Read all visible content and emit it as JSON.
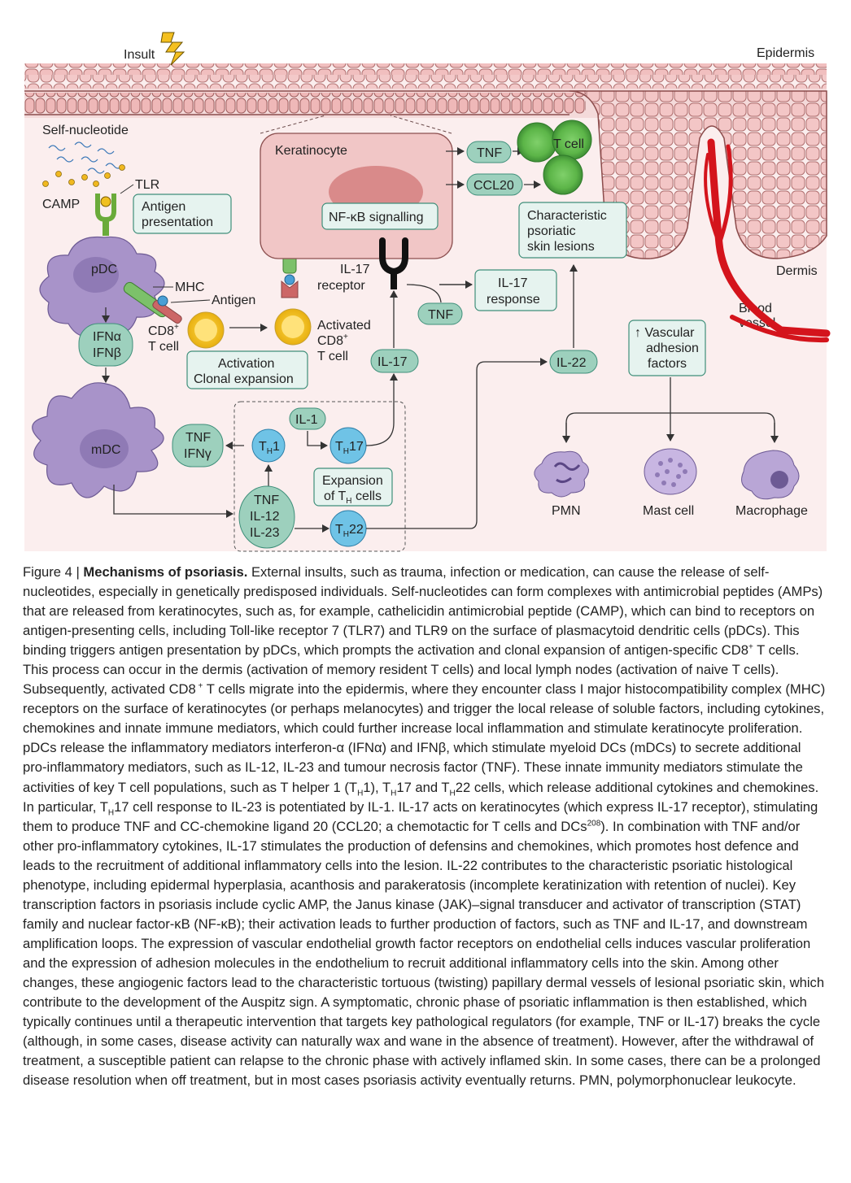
{
  "labels": {
    "insult": "Insult",
    "epidermis": "Epidermis",
    "dermis": "Dermis",
    "blood_vessel_1": "Blood",
    "blood_vessel_2": "vessel",
    "self_nucleotide": "Self-nucleotide",
    "tlr": "TLR",
    "camp": "CAMP",
    "antigen_presentation_1": "Antigen",
    "antigen_presentation_2": "presentation",
    "pdc": "pDC",
    "mhc": "MHC",
    "antigen": "Antigen",
    "cd8_1": "CD8",
    "cd8_sup": "+",
    "cd8_2": "T cell",
    "activated_1": "Activated",
    "activated_2": "CD8",
    "activated_sup": "+",
    "activated_3": "T cell",
    "activation_1": "Activation",
    "activation_2": "Clonal expansion",
    "ifn_1": "IFNα",
    "ifn_2": "IFNβ",
    "mdc": "mDC",
    "tnf_ifng_1": "TNF",
    "tnf_ifng_2": "IFNγ",
    "keratinocyte": "Keratinocyte",
    "nfkb": "NF-κB signalling",
    "tnf_out": "TNF",
    "ccl20": "CCL20",
    "t_cell": "T cell",
    "lesions_1": "Characteristic",
    "lesions_2": "psoriatic",
    "lesions_3": "skin lesions",
    "il17_receptor_1": "IL-17",
    "il17_receptor_2": "receptor",
    "il17_response_1": "IL-17",
    "il17_response_2": "response",
    "tnf_small": "TNF",
    "il17": "IL-17",
    "il22": "IL-22",
    "vascular_1": "↑ Vascular",
    "vascular_2": "adhesion",
    "vascular_3": "factors",
    "il1": "IL-1",
    "th": "T",
    "th_sub": "H",
    "th1": "1",
    "th17": "17",
    "th22": "22",
    "cyto_1": "TNF",
    "cyto_2": "IL-12",
    "cyto_3": "IL-23",
    "expansion_1": "Expansion",
    "expansion_2": "of T",
    "expansion_sub": "H",
    "expansion_3": " cells",
    "pmn": "PMN",
    "mast_cell": "Mast cell",
    "macrophage": "Macrophage"
  },
  "caption": {
    "fig": "Figure 4 | ",
    "title": "Mechanisms of psoriasis.",
    "text_1": " External insults, such as trauma, infection or medication, can cause the release of self-nucleotides, especially in genetically predisposed individuals. Self-nucleotides can form complexes with antimicrobial peptides (AMPs) that are released from keratinocytes, such as, for example, cathelicidin antimicrobial peptide (CAMP), which can bind to receptors on antigen-presenting cells, including Toll-like receptor 7 (TLR7) and TLR9 on the surface of plasmacytoid dendritic cells (pDCs). This binding triggers antigen presentation by pDCs, which prompts the activation and clonal expansion of antigen-specific CD8",
    "sup_1": "+",
    "text_2": " T cells. This process can occur in the dermis (activation of memory resident T cells) and local lymph nodes (activation of naive T cells). Subsequently, activated CD8",
    "sup_2": " +",
    "text_3": " T cells migrate into the epidermis, where they encounter class I major histocompatibility complex (MHC) receptors on the surface of keratinocytes (or perhaps melanocytes) and trigger the local release of soluble factors, including cytokines, chemokines and innate immune mediators, which could further increase local inflammation and stimulate keratinocyte proliferation. pDCs release the inflammatory mediators interferon-α (IFNα) and IFNβ, which stimulate myeloid DCs (mDCs) to secrete additional pro-inflammatory mediators, such as IL-12, IL-23 and tumour necrosis factor (TNF). These innate immunity mediators stimulate the activities of key T cell populations, such as T helper 1 (T",
    "sub_h1": "H",
    "text_4": "1), T",
    "sub_h2": "H",
    "text_5": "17 and T",
    "sub_h3": "H",
    "text_6": "22 cells, which release additional cytokines and chemokines. In particular, T",
    "sub_h4": "H",
    "text_7": "17 cell response to IL-23 is potentiated by IL-1. IL-17 acts on keratinocytes (which express IL-17 receptor), stimulating them to produce TNF and CC-chemokine ligand 20 (CCL20; a chemotactic for T cells and DCs",
    "sup_ref": "208",
    "text_8": "). In combination with TNF and/or other pro-inflammatory cytokines, IL-17 stimulates the production of defensins and chemokines, which promotes host defence and leads to the recruitment of additional inflammatory cells into the lesion. IL-22 contributes to the characteristic psoriatic histological phenotype, including epidermal hyperplasia, acanthosis and parakeratosis (incomplete keratinization with retention of nuclei). Key transcription factors in psoriasis include cyclic AMP, the Janus kinase (JAK)–signal transducer and activator of transcription (STAT) family and nuclear factor-κB (NF-κB); their activation leads to further production of factors, such as TNF and IL-17, and downstream amplification loops. The expression of vascular endothelial growth factor receptors on endothelial cells induces vascular proliferation and the expression of adhesion molecules in the endothelium to recruit additional inflammatory cells into the skin. Among other changes, these angiogenic factors lead to the characteristic tortuous (twisting) papillary dermal vessels of lesional psoriatic skin, which contribute to the development of the Auspitz sign. A symptomatic, chronic phase of psoriatic inflammation is then established, which typically continues until a therapeutic intervention that targets key pathological regulators (for example, TNF or IL-17) breaks the cycle (although, in some cases, disease activity can naturally wax and wane in the absence of treatment). However, after the withdrawal of treatment, a susceptible patient can relapse to the chronic phase with actively inflamed skin. In some cases, there can be a prolonged disease resolution when off treatment, but in most cases psoriasis activity eventually returns. PMN, polymorphonuclear leukocyte."
  },
  "colors": {
    "background": "#fbeeee",
    "skin_cell": "#f3c6c6",
    "skin_line": "#b07070",
    "box_fill": "#e6f3ef",
    "box_stroke": "#3f8f7a",
    "cytokine_fill": "#9dd0bd",
    "th_fill": "#6fc3e6",
    "dc_fill": "#a893c9",
    "vessel": "#d4141c",
    "keratinocyte": "#f1c6c6",
    "nucleus": "#d98a8a",
    "tcell_green": "#5cb548",
    "cd8_fill": "#f2c21e"
  }
}
